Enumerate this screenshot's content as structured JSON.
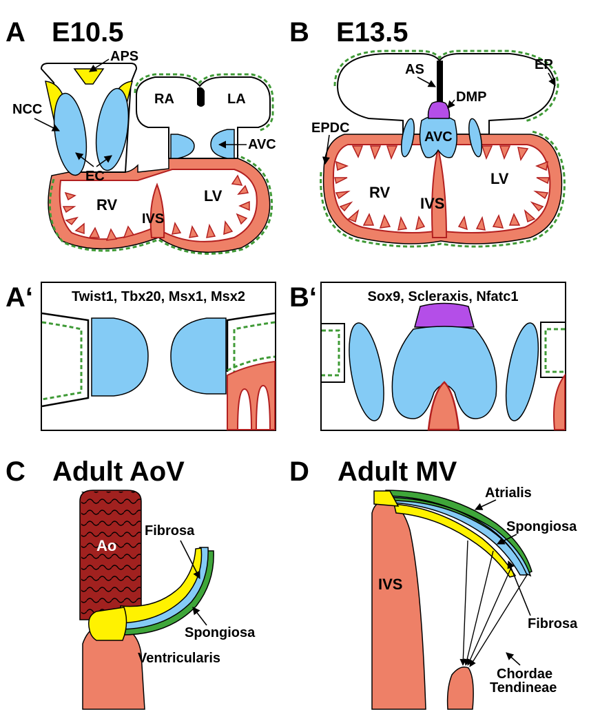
{
  "panels": {
    "A": {
      "letter": "A",
      "title": "E10.5"
    },
    "B": {
      "letter": "B",
      "title": "E13.5"
    },
    "Aprime": {
      "letter": "A‘",
      "genes": "Twist1, Tbx20, Msx1, Msx2"
    },
    "Bprime": {
      "letter": "B‘",
      "genes": "Sox9, Scleraxis, Nfatc1"
    },
    "C": {
      "letter": "C",
      "title": "Adult AoV"
    },
    "D": {
      "letter": "D",
      "title": "Adult MV"
    }
  },
  "labels": {
    "A": {
      "aps": "APS",
      "ncc": "NCC",
      "ec": "EC",
      "ra": "RA",
      "la": "LA",
      "avc": "AVC",
      "rv": "RV",
      "lv": "LV",
      "ivs": "IVS"
    },
    "B": {
      "as": "AS",
      "ep": "EP",
      "dmp": "DMP",
      "epdc": "EPDC",
      "avc": "AVC",
      "rv": "RV",
      "lv": "LV",
      "ivs": "IVS"
    },
    "C": {
      "ao": "Ao",
      "fibrosa": "Fibrosa",
      "spongiosa": "Spongiosa",
      "ventricularis": "Ventricularis"
    },
    "D": {
      "atrialis": "Atrialis",
      "spongiosa": "Spongiosa",
      "ivs": "IVS",
      "fibrosa": "Fibrosa",
      "chordae1": "Chordae",
      "chordae2": "Tendineae"
    }
  },
  "colors": {
    "endocardial_cushion": "#84cbf5",
    "neural_crest": "#fff200",
    "myocardium": "#ee8067",
    "myocardium_outline": "#b21f1f",
    "epicardium": "#3f9a36",
    "dorsal_mesenchymal_protrusion": "#b44ee8",
    "aorta": "#a1211f"
  }
}
